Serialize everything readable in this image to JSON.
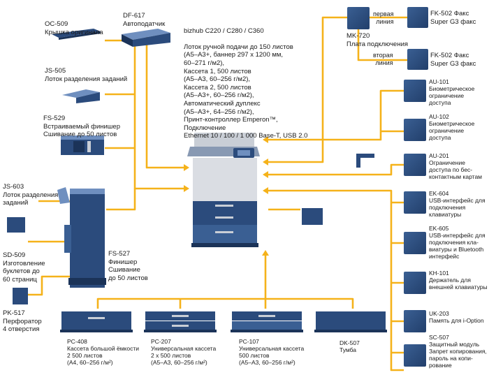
{
  "colors": {
    "wire": "#f5b21a",
    "device": "#2b4b7c",
    "device_light": "#6f8fbf",
    "device_gray": "#c9ced6"
  },
  "main_unit": {
    "title": "bizhub C220 / C280 / C360",
    "specs": "Лоток ручной подачи до 150 листов\n(А5–А3+, баннер 297 x 1200 мм,\n60–271 г/м2),\nКассета 1, 500 листов\n(А5–А3, 60–256 г/м2),\nКассета 2, 500 листов\n(А5–А3+, 60–256 г/м2),\nАвтоматический дуплекс\n(А5–А3+, 64–256 г/м2),\nПринт-контроллер Emperon™,\nПодключение\nEthernet 10 / 100 / 1 000 Base-T, USB 2.0"
  },
  "left_options": [
    {
      "code": "OC-509",
      "desc": "Крышка оригинала"
    },
    {
      "code": "DF-617",
      "desc": "Автоподатчик"
    },
    {
      "code": "JS-505",
      "desc": "Лоток разделения заданий"
    },
    {
      "code": "FS-529",
      "desc": "Встраиваемый финишер\nСшивание до 50 листов"
    },
    {
      "code": "JS-603",
      "desc": "Лоток разделения\nзаданий"
    },
    {
      "code": "SD-509",
      "desc": "Изготовление\nбуклетов до\n60 страниц"
    },
    {
      "code": "FS-527",
      "desc": "Финишер\nСшивание\nдо 50 листов"
    },
    {
      "code": "PK-517",
      "desc": "Перфоратор\n4 отверстия"
    }
  ],
  "bottom_options": [
    {
      "code": "PC-408",
      "desc": "Кассета большой ёмкости\n2 500 листов\n(А4, 60–256 г/м²)"
    },
    {
      "code": "PC-207",
      "desc": "Универсальная кассета\n2 x 500 листов\n(А5–А3, 60–256 г/м²)"
    },
    {
      "code": "PC-107",
      "desc": "Универсальная кассета\n500 листов\n(А5–А3, 60–256 г/м²)"
    },
    {
      "code": "DK-507",
      "desc": "Тумба"
    }
  ],
  "fax": {
    "board_code": "MK-720",
    "board_desc": "Плата подключения",
    "line1_label": "первая\nлиния",
    "line2_label": "вторая\nлиния",
    "units": [
      {
        "code": "FK-502",
        "desc": "Факс\nSuper G3 факс"
      },
      {
        "code": "FK-502",
        "desc": "Факс\nSuper G3 факс"
      }
    ]
  },
  "right_options": [
    {
      "code": "AU-101",
      "desc": "Биометрическое\nограничение\nдоступа"
    },
    {
      "code": "AU-102",
      "desc": "Биометрическое\nограничение\nдоступа"
    },
    {
      "code": "AU-201",
      "desc": "Ограничение\nдоступа по бес-\nконтактным картам"
    },
    {
      "code": "EK-604",
      "desc": "USB-интерфейс для\nподключения\nклавиатуры"
    },
    {
      "code": "EK-605",
      "desc": "USB-интерфейс для\nподключения кла-\nвиатуры и Bluetooth\nинтерфейс"
    },
    {
      "code": "KH-101",
      "desc": "Держатель для\nвнешней клавиатуры"
    },
    {
      "code": "UK-203",
      "desc": "Память для i-Option"
    },
    {
      "code": "SC-507",
      "desc": "Защитный модуль\nЗапрет копирования,\nпароль на копи-\nрование"
    }
  ]
}
